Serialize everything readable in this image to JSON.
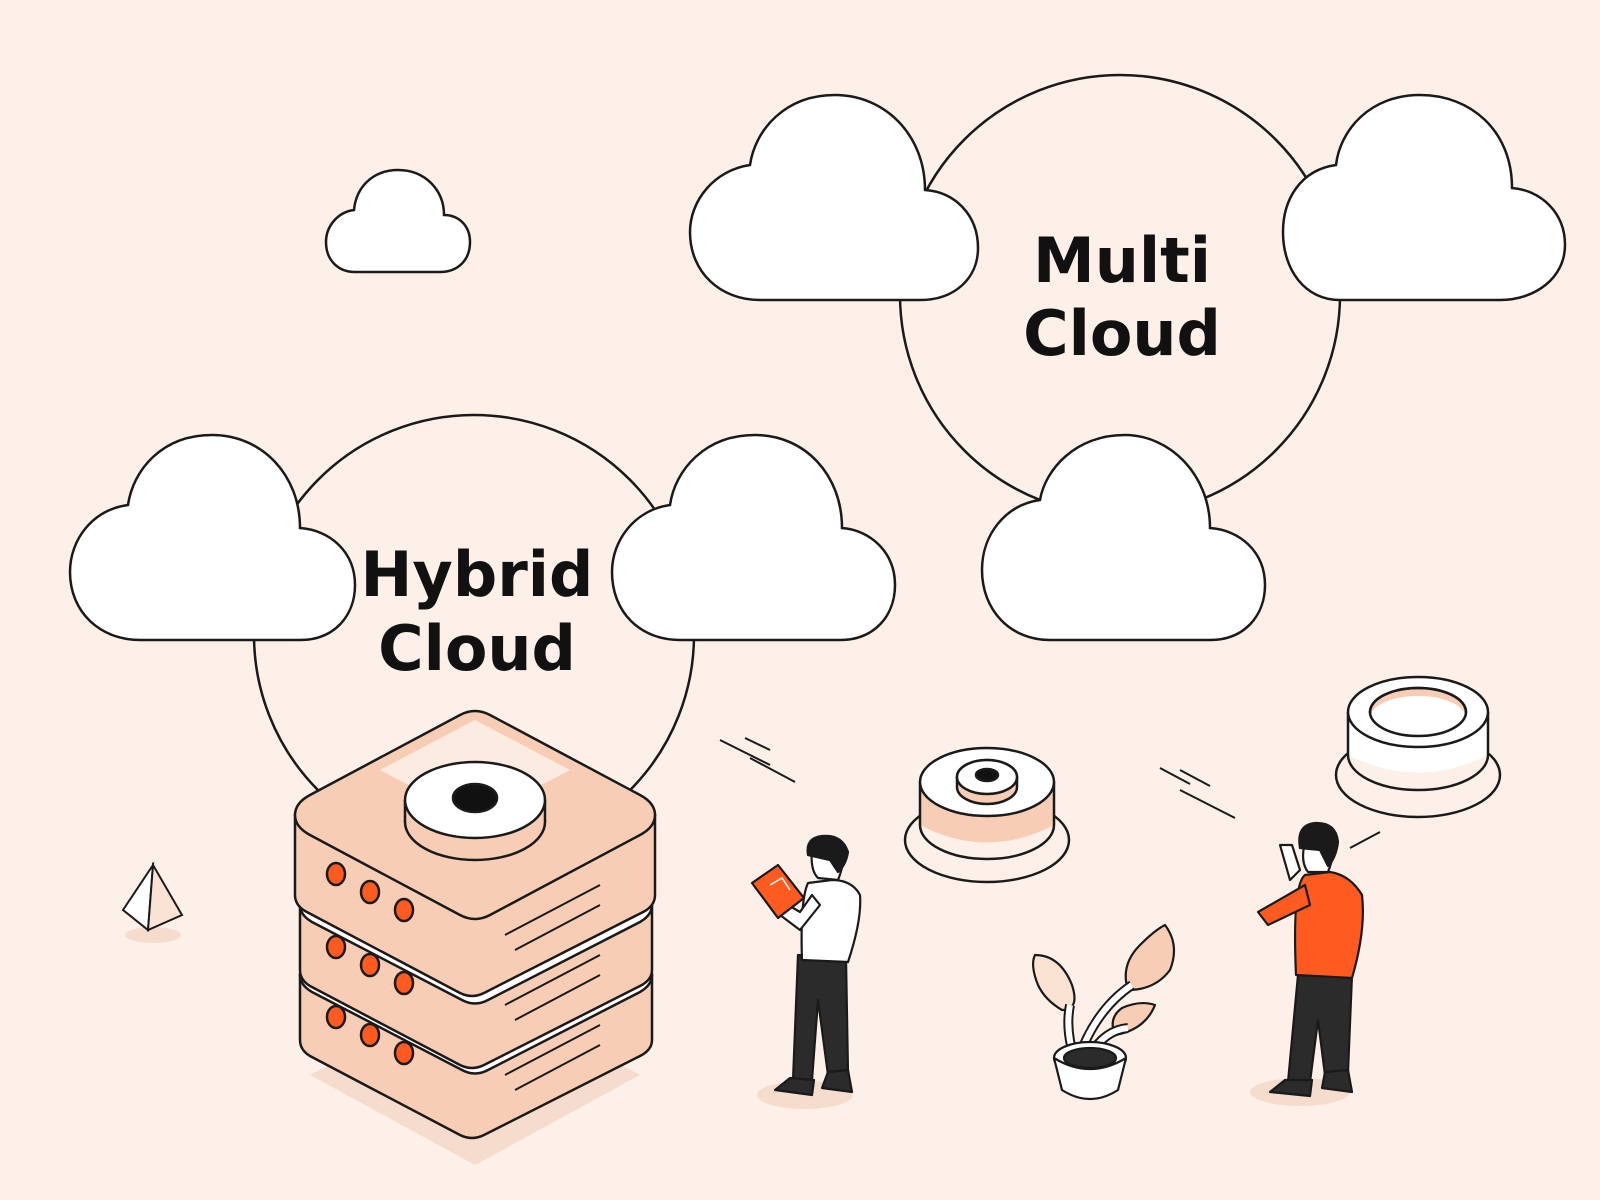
{
  "colors": {
    "background": "#fdf0e8",
    "accent": "#ff5a1f",
    "server_fill": "#f8cdb5",
    "outline": "#1a1a1a",
    "cloud_fill": "#ffffff"
  },
  "hybrid": {
    "line1": "Hybrid",
    "line2": "Cloud"
  },
  "multi": {
    "line1": "Multi",
    "line2": "Cloud"
  }
}
